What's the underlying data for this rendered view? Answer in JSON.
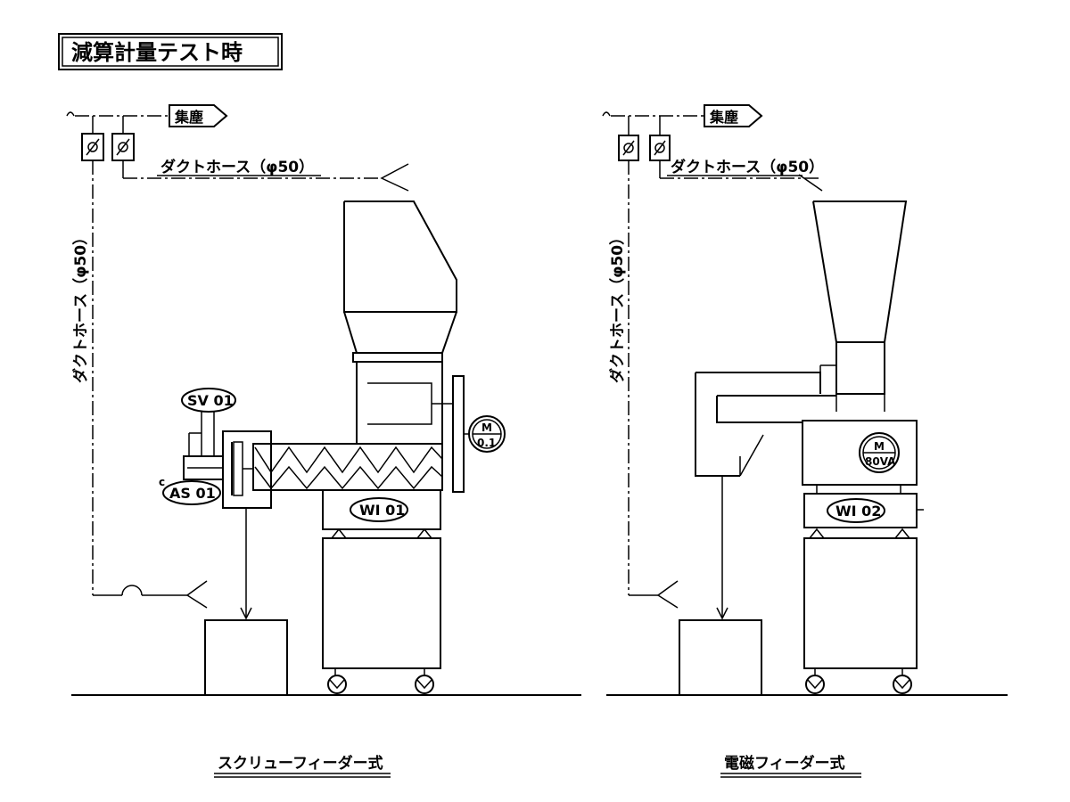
{
  "title": "減算計量テスト時",
  "left": {
    "dust_label": "集塵",
    "hose_horizontal": "ダクトホース（φ50）",
    "hose_vertical": "ダクトホース（φ50）",
    "sv_tag": "SV 01",
    "as_tag": "AS 01",
    "as_prefix": "c",
    "motor_top": "M",
    "motor_bottom": "0.1",
    "wi_tag": "WI 01",
    "caption": "スクリューフィーダー式"
  },
  "right": {
    "dust_label": "集塵",
    "hose_horizontal": "ダクトホース（φ50）",
    "hose_vertical": "ダクトホース（φ50）",
    "motor_top": "M",
    "motor_bottom": "80VA",
    "wi_tag": "WI 02",
    "caption": "電磁フィーダー式"
  }
}
